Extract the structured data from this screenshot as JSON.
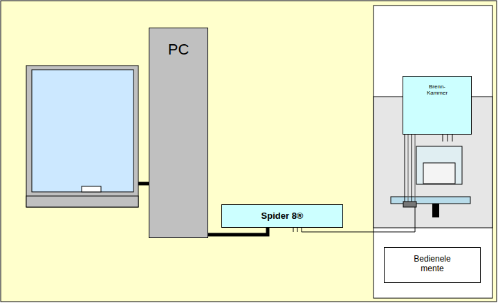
{
  "diagram": {
    "nodes": [
      {
        "text": [
          "PC"
        ]
      },
      {
        "text": [
          "Spider 8®"
        ]
      },
      {
        "text": [
          "Brenn- Kammer"
        ]
      },
      {
        "text": [
          "Bedienele mente"
        ]
      }
    ],
    "edges": [
      {
        "from": 0,
        "to": 1,
        "arrow": "none"
      }
    ]
  }
}
